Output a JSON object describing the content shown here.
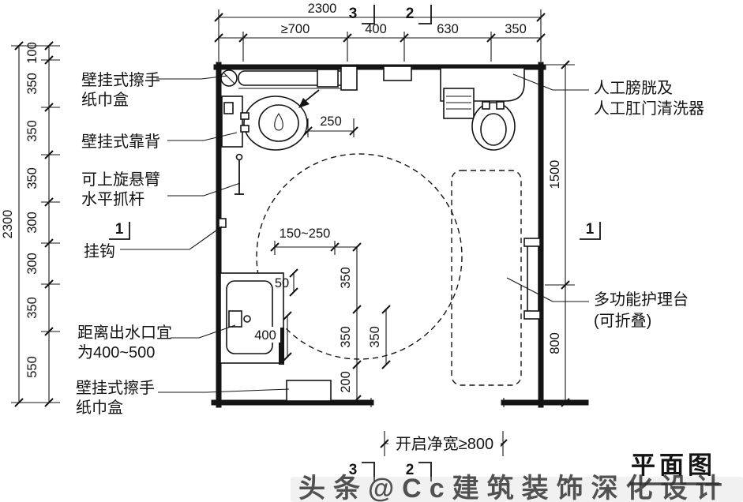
{
  "title": "平面图",
  "watermark": "头条@Cc建筑装饰深化设计",
  "dims": {
    "top_total": "2300",
    "top_chain": [
      "≥700",
      "400",
      "630",
      "350"
    ],
    "left_total": "2300",
    "left_chain": [
      "100",
      "350",
      "350",
      "350",
      "300",
      "300",
      "350",
      "550"
    ],
    "right_chain": [
      "1500",
      "800"
    ],
    "toilet_side": "250",
    "seat_range": "150~250",
    "small_50": "50",
    "mid_chain": [
      "350",
      "350",
      "200"
    ],
    "mid_offset": "350",
    "basin_outlet": "400",
    "door_clear": "开启净宽≥800"
  },
  "sections": {
    "s1": "1",
    "s2": "2",
    "s3": "3"
  },
  "labels": {
    "paper_box_top": [
      "壁挂式擦手",
      "纸巾盒"
    ],
    "backrest": "壁挂式靠背",
    "swing_grab": [
      "可上旋悬臂",
      "水平抓杆"
    ],
    "hook": "挂钩",
    "outlet_dist": [
      "距离出水口宜",
      "为400~500"
    ],
    "paper_box_bottom": [
      "壁挂式擦手",
      "纸巾盒"
    ],
    "washer": [
      "人工膀胱及",
      "人工肛门清洗器"
    ],
    "nursing": [
      "多功能护理台",
      "(可折叠)"
    ]
  }
}
